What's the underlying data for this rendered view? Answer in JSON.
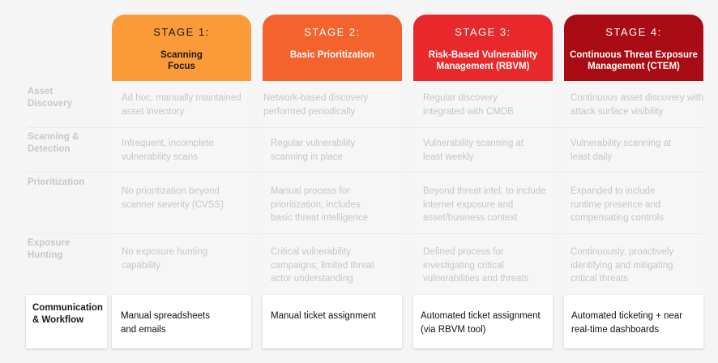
{
  "stages": [
    {
      "title": "STAGE 1:",
      "name": "Scanning Focus",
      "color": "#fb9a38"
    },
    {
      "title": "STAGE 2:",
      "name": "Basic Prioritization",
      "color": "#f4632d"
    },
    {
      "title": "STAGE 3:",
      "name": "Risk-Based Vulnerability Management (RBVM)",
      "color": "#e8282a"
    },
    {
      "title": "STAGE 4:",
      "name": "Continuous Threat Exposure Management (CTEM)",
      "color": "#a80b13"
    }
  ],
  "rows": [
    {
      "label": "Asset Discovery",
      "cells": [
        "Ad hoc, manually maintained asset inventory",
        "Network-based discovery performed periodically",
        "Regular discovery integrated with CMDB",
        "Continuous asset discovery with attack surface visibility"
      ]
    },
    {
      "label": "Scanning & Detection",
      "cells": [
        "Infrequent, incomplete vulnerability scans",
        "Regular vulnerability scanning in place",
        "Vulnerability scanning at least weekly",
        "Vulnerability scanning at least daily"
      ]
    },
    {
      "label": "Prioritization",
      "cells": [
        "No prioritization beyond scanner severity (CVSS)",
        "Manual process for prioritization, includes basic threat intelligence",
        "Beyond threat intel, to include internet exposure and asset/business context",
        "Expanded to include runtime presence and compensating controls"
      ]
    },
    {
      "label": "Exposure Hunting",
      "cells": [
        "No exposure hunting capability",
        "Critical vulnerability campaigns; limited threat actor understanding",
        "Defined process for investigating critical vulnerabilities and threats",
        "Continuously, proactively identifying and mitigating critical threats"
      ]
    }
  ],
  "highlight_row": {
    "label": "Communication & Workflow",
    "cells": [
      "Manual spreadsheets and emails",
      "Manual ticket assignment",
      "Automated ticket assignment (via RBVM tool)",
      "Automated ticketing + near real-time dashboards"
    ]
  }
}
